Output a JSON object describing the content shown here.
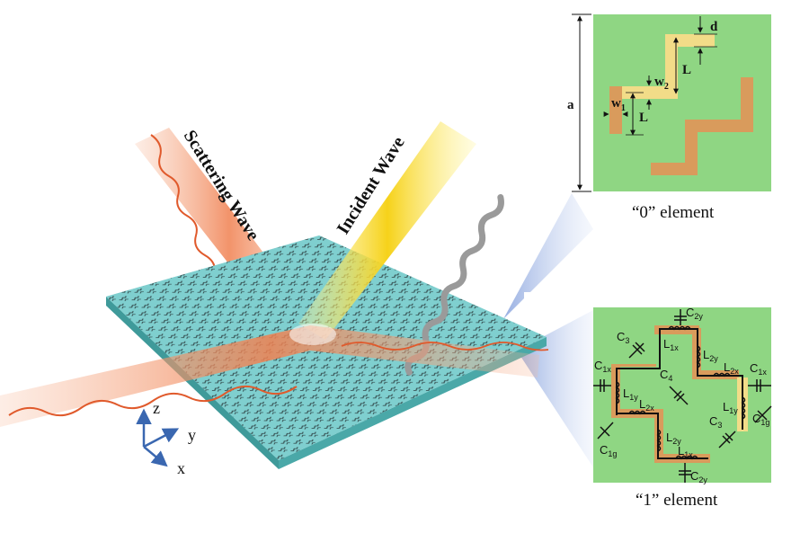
{
  "beams": {
    "scattering": "Scattering Wave",
    "incident": "Incident Wave"
  },
  "axes": {
    "z": "z",
    "y": "y",
    "x": "x"
  },
  "element0": {
    "caption": "“0” element",
    "dims": {
      "a": "a",
      "d": "d",
      "L_upper": "L",
      "L_lower": "L",
      "w2": "w",
      "w2_sub": "2",
      "w1": "w",
      "w1_sub": "1"
    }
  },
  "element1": {
    "caption": "“1” element",
    "labels": {
      "c2y_top": "C",
      "c2y_top_sub": "2y",
      "c3_top": "C",
      "c3_top_sub": "3",
      "l1x_top": "L",
      "l1x_top_sub": "1x",
      "l2y_right_top": "L",
      "l2y_right_top_sub": "2y",
      "l2x_right": "L",
      "l2x_right_sub": "2x",
      "c1x_left": "C",
      "c1x_left_sub": "1x",
      "c4": "C",
      "c4_sub": "4",
      "c1x_right": "C",
      "c1x_right_sub": "1x",
      "l1y_left": "L",
      "l1y_left_sub": "1y",
      "l2x_left": "L",
      "l2x_left_sub": "2x",
      "l1y_right": "L",
      "l1y_right_sub": "1y",
      "c1g_right": "C",
      "c1g_right_sub": "1g",
      "c3_bottom": "C",
      "c3_bottom_sub": "3",
      "l2y_bottom": "L",
      "l2y_bottom_sub": "2y",
      "c1g_left": "C",
      "c1g_left_sub": "1g",
      "l1x_bottom": "L",
      "l1x_bottom_sub": "1x",
      "c2y_bottom": "C",
      "c2y_bottom_sub": "2y"
    }
  },
  "colors": {
    "substrate_top": "#7fcfcf",
    "substrate_side": "#3f9a9a",
    "panel_green": "#8fd683",
    "copper": "#d99b5c",
    "copper_light": "#f2dc88",
    "incident_yellow": "#f6d21a",
    "scatter_orange": "#f08050",
    "axis_blue": "#3a67b0"
  }
}
